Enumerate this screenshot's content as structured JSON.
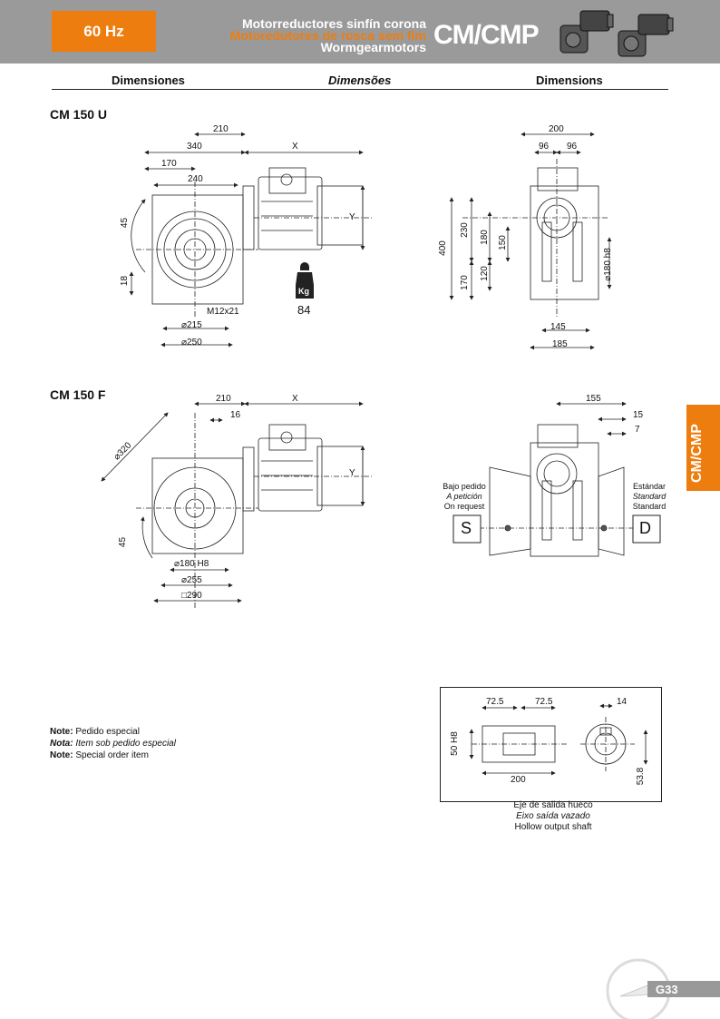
{
  "header": {
    "frequency": "60 Hz",
    "title_es": "Motorreductores sinfín corona",
    "title_pt": "Motoredutores de rosca sem fim",
    "title_en": "Wormgearmotors",
    "series": "CM/CMP"
  },
  "sections": {
    "es": "Dimensiones",
    "pt": "Dimensões",
    "en": "Dimensions"
  },
  "side_tab": "CM/CMP",
  "cm150u": {
    "model": "CM 150 U",
    "dims": {
      "d210": "210",
      "d340": "340",
      "dX": "X",
      "d170": "170",
      "d240": "240",
      "d45": "45",
      "d18": "18",
      "m12": "M12x21",
      "d215": "⌀215",
      "d250": "⌀250",
      "dY": "Y",
      "d200": "200",
      "d96a": "96",
      "d96b": "96",
      "d400": "400",
      "d230": "230",
      "d180": "180",
      "d150": "150",
      "d120": "120",
      "d170b": "170",
      "d180h8": "⌀180 h8",
      "d145": "145",
      "d185": "185"
    },
    "weight_unit": "Kg",
    "weight": "84"
  },
  "cm150f": {
    "model": "CM 150 F",
    "dims": {
      "d210": "210",
      "dX": "X",
      "d16": "16",
      "d320": "⌀320",
      "d45": "45",
      "d180H8": "⌀180 H8",
      "d255": "⌀255",
      "d290": "□290",
      "dY": "Y",
      "d155": "155",
      "d15": "15",
      "d7": "7"
    },
    "side_left": {
      "es": "Bajo pedido",
      "pt": "A petición",
      "en": "On request",
      "letter": "S"
    },
    "side_right": {
      "es": "Estándar",
      "pt": "Standard",
      "en": "Standard",
      "letter": "D"
    }
  },
  "notes": [
    {
      "label": "Note:",
      "text": " Pedido especial"
    },
    {
      "label": "Nota:",
      "text": " Item sob pedido especial"
    },
    {
      "label": "Note:",
      "text": " Special order item"
    }
  ],
  "shaft": {
    "d72a": "72.5",
    "d72b": "72.5",
    "d14": "14",
    "d50": "50 H8",
    "d200": "200",
    "d53": "53.8",
    "caption_es": "Eje de salida hueco",
    "caption_pt": "Eixo saída vazado",
    "caption_en": "Hollow output shaft"
  },
  "page": "G33",
  "colors": {
    "accent": "#ee7d10",
    "header_bg": "#9a9a9a"
  }
}
